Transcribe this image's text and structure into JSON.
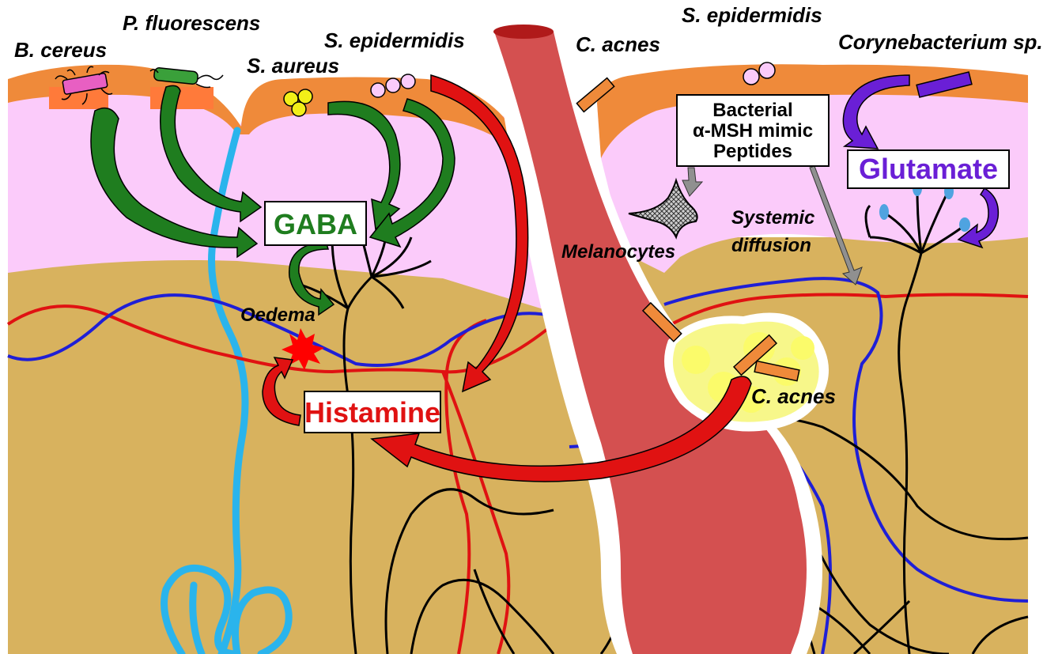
{
  "labels": {
    "b_cereus": "B. cereus",
    "p_fluorescens": "P. fluorescens",
    "s_aureus": "S. aureus",
    "s_epidermidis_left": "S. epidermidis",
    "c_acnes_top": "C. acnes",
    "s_epidermidis_right": "S. epidermidis",
    "corynebacterium": "Corynebacterium sp.",
    "melanocytes": "Melanocytes",
    "systemic_1": "Systemic",
    "systemic_2": "diffusion",
    "oedema": "Oedema",
    "c_acnes_bottom": "C. acnes"
  },
  "boxes": {
    "gaba": "GABA",
    "histamine": "Histamine",
    "glutamate": "Glutamate",
    "msh_line1": "Bacterial",
    "msh_line2": "α-MSH mimic",
    "msh_line3": "Peptides"
  },
  "colors": {
    "epidermis": "#ef8a3a",
    "upper_dermis": "#fbcbfa",
    "dermis": "#d8b25e",
    "follicle": "#d45050",
    "gaba": "#1f7d1f",
    "histamine": "#e01212",
    "glutamate": "#6a1fd6",
    "lymph": "#2ab4ec",
    "artery": "#e01212",
    "vein": "#1f1fd6",
    "nerve": "#000000"
  }
}
